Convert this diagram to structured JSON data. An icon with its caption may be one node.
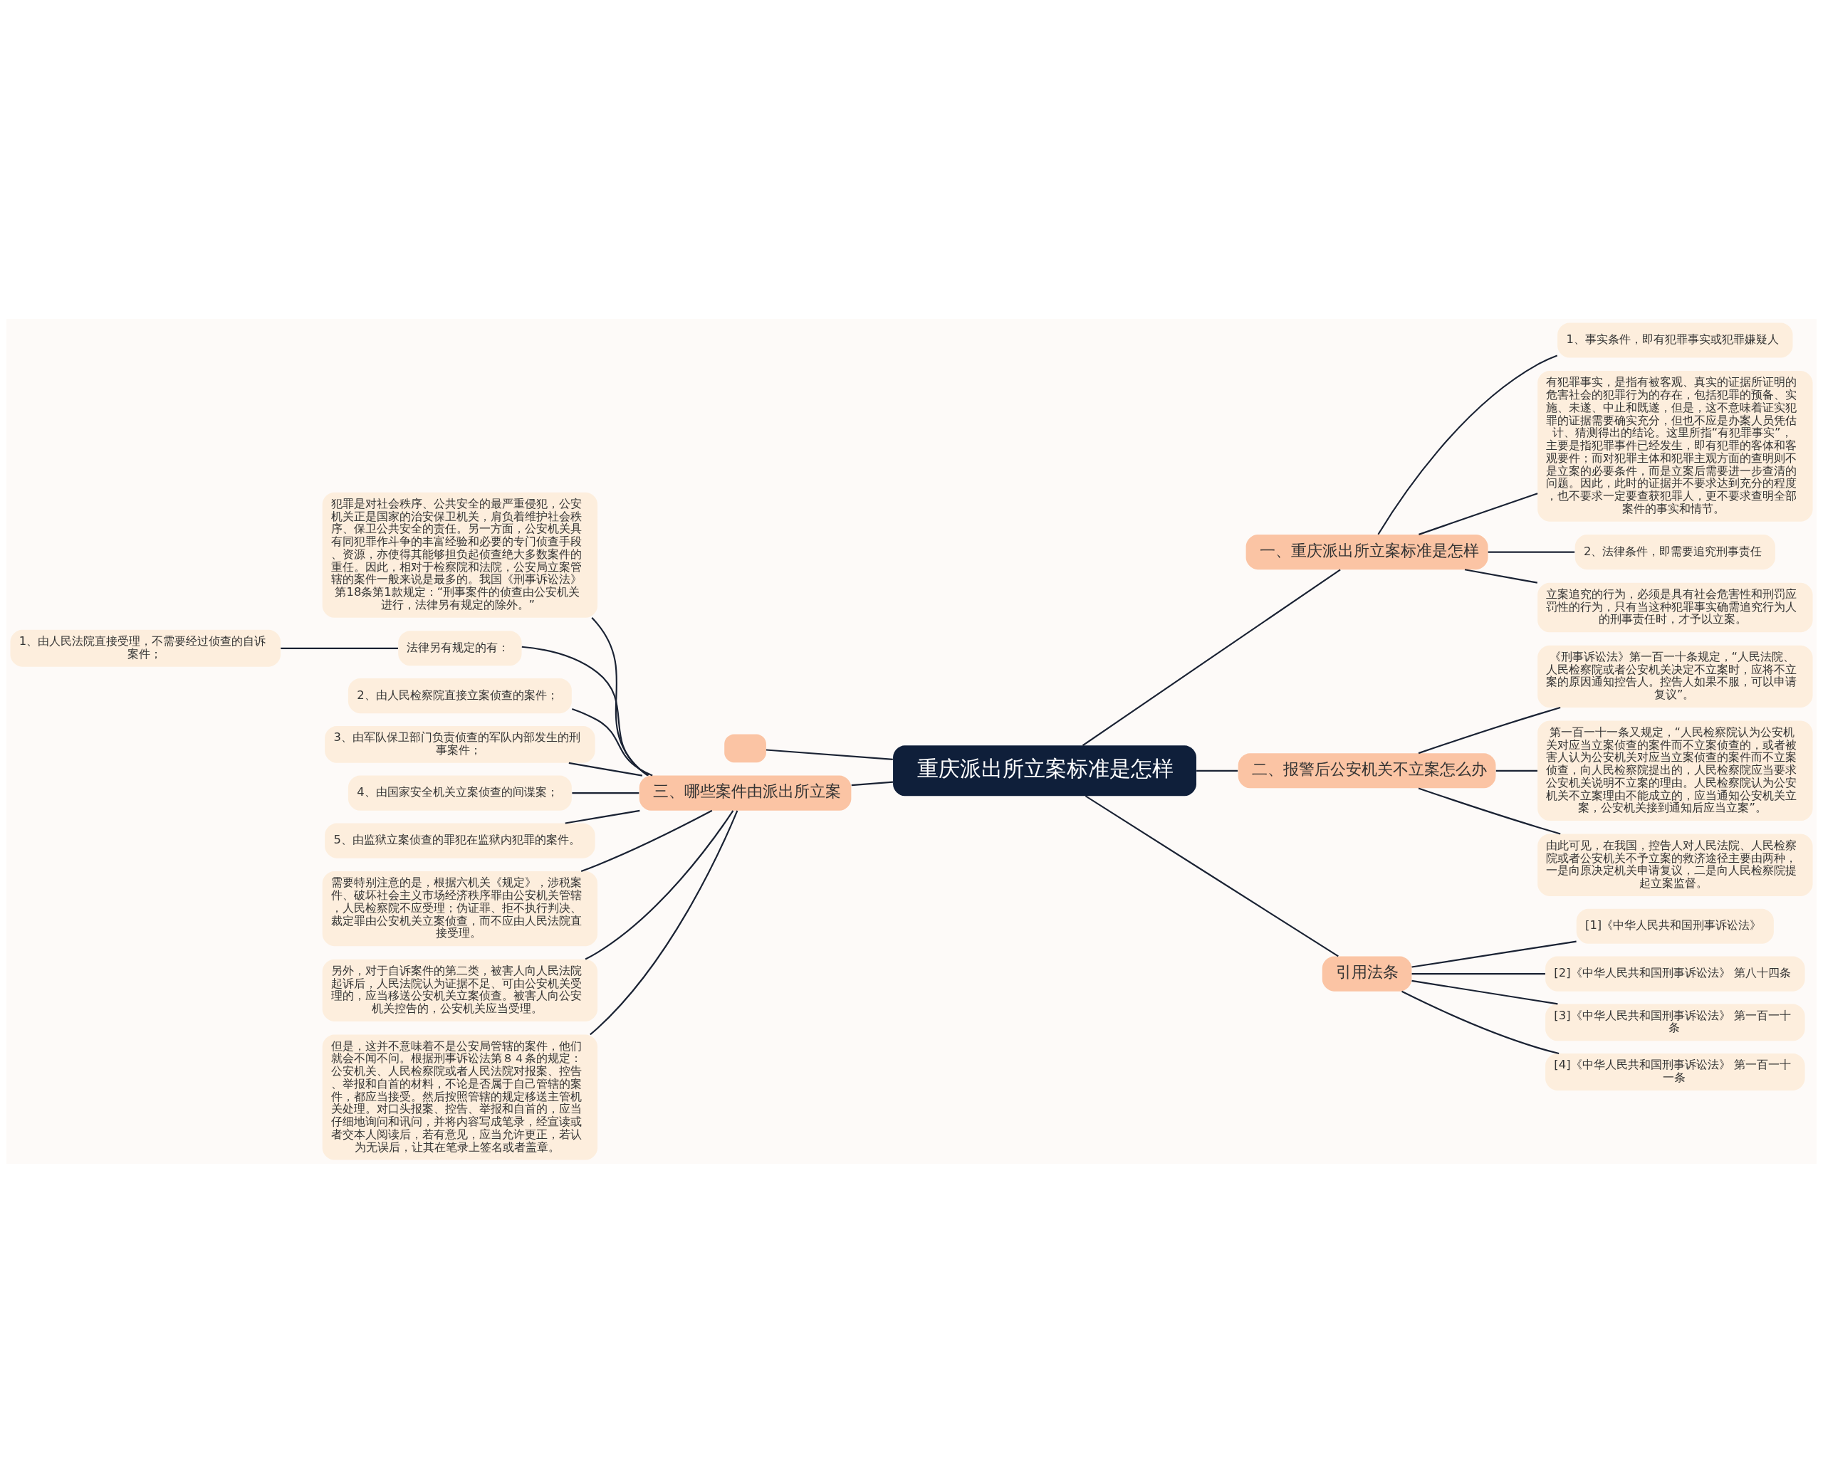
{
  "diagram": {
    "nodes": [
      {
        "text": [
          "重庆派出所立案标准是怎样"
        ]
      },
      {
        "text": [
          "一、重庆派出所立案标准是怎样"
        ]
      },
      {
        "text": [
          "1、事实条件，即有犯罪事实或犯罪嫌疑人"
        ]
      },
      {
        "text": [
          "有犯罪事实，是指有被客观、真实的证据所证明的危害社会的犯罪行为的存在，包括犯罪的预备、实施、未遂、中止和既遂，但是，这不意味着证实犯罪的证据需要确实充分，但也不应是办案人员凭估计、猜测得出的结论。这里所指“有犯罪事实”，主要是指犯罪事件已经发生，即有犯罪的客体和客观要件；而对犯罪主体和犯罪主观方面的查明则不是立案的必要条件，而是立案后需要进一步查清的问题。因此，此时的证据并不要求达到充分的程度，也不要求一定要查获犯罪人，更不要求查明全部案件的事实和情节。"
        ]
      },
      {
        "text": [
          "2、法律条件，即需要追究刑事责任"
        ]
      },
      {
        "text": [
          "立案追究的行为，必须是具有社会危害性和刑罚应罚性的行为，只有当这种犯罪事实确需追究行为人的刑事责任时，才予以立案。"
        ]
      },
      {
        "text": [],
        "shape": "box"
      },
      {
        "text": [
          "二、报警后公安机关不立案怎么办"
        ]
      },
      {
        "text": [
          "《刑事诉讼法》第一百一十条规定，“人民法院、人民检察院或者公安机关决定不立案时，应将不立案的原因通知控告人。控告人如果不服，可以申请复议”。"
        ]
      },
      {
        "text": [
          "第一百一十一条又规定，“人民检察院认为公安机关对应当立案侦查的案件而不立案侦查的，或者被害人认为公安机关对应当立案侦查的案件而不立案侦查，向人民检察院提出的，人民检察院应当要求公安机关说明不立案的理由。人民检察院认为公安机关不立案理由不能成立的，应当通知公安机关立案，公安机关接到通知后应当立案”。"
        ]
      },
      {
        "text": [
          "由此可见，在我国，控告人对人民法院、人民检察院或者公安机关不予立案的救济途径主要由两种，一是向原决定机关申请复议，二是向人民检察院提起立案监督。"
        ]
      },
      {
        "text": [
          "三、哪些案件由派出所立案"
        ]
      },
      {
        "text": [
          "犯罪是对社会秩序、公共安全的最严重侵犯，公安机关正是国家的治安保卫机关，肩负着维护社会秩序、保卫公共安全的责任。另一方面，公安机关具有同犯罪作斗争的丰富经验和必要的专门侦查手段、资源，亦使得其能够担负起侦查绝大多数案件的重任。因此，相对于检察院和法院，公安局立案管辖的案件一般来说是最多的。我国《刑事诉讼法》第18条第1款规定：“刑事案件的侦查由公安机关进行，法律另有规定的除外。”"
        ]
      },
      {
        "text": [
          "法律另有规定的有："
        ]
      },
      {
        "text": [
          "1、由人民法院直接受理，不需要经过侦查的自诉案件；"
        ]
      },
      {
        "text": [
          "2、由人民检察院直接立案侦查的案件；"
        ]
      },
      {
        "text": [
          "3、由军队保卫部门负责侦查的军队内部发生的刑事案件；"
        ]
      },
      {
        "text": [
          "4、由国家安全机关立案侦查的间谍案；"
        ]
      },
      {
        "text": [
          "5、由监狱立案侦查的罪犯在监狱内犯罪的案件。"
        ]
      },
      {
        "text": [
          "需要特别注意的是，根据六机关《规定》，涉税案件、破坏社会主义市场经济秩序罪由公安机关管辖，人民检察院不应受理；伪证罪、拒不执行判决、裁定罪由公安机关立案侦查，而不应由人民法院直接受理。"
        ]
      },
      {
        "text": [
          "另外，对于自诉案件的第二类，被害人向人民法院起诉后，人民法院认为证据不足、可由公安机关受理的，应当移送公安机关立案侦查。被害人向公安机关控告的，公安机关应当受理。"
        ]
      },
      {
        "text": [
          "但是，这并不意味着不是公安局管辖的案件，他们就会不闻不问。根据刑事诉讼法第８４条的规定：公安机关、人民检察院或者人民法院对报案、控告、举报和自首的材料，不论是否属于自己管辖的案件，都应当接受。然后按照管辖的规定移送主管机关处理。对口头报案、控告、举报和自首的，应当仔细地询问和讯问，并将内容写成笔录，经宣读或者交本人阅读后，若有意见，应当允许更正，若认为无误后，让其在笔录上签名或者盖章。"
        ]
      },
      {
        "text": [
          "引用法条"
        ]
      },
      {
        "text": [
          "[1]《中华人民共和国刑事诉讼法》"
        ]
      },
      {
        "text": [
          "[2]《中华人民共和国刑事诉讼法》 第八十四条"
        ]
      },
      {
        "text": [
          "[3]《中华人民共和国刑事诉讼法》 第一百一十条"
        ]
      },
      {
        "text": [
          "[4]《中华人民共和国刑事诉讼法》 第一百一十一条"
        ]
      }
    ],
    "edges": [
      {
        "from": 0,
        "to": 1,
        "arrow": "none"
      },
      {
        "from": 1,
        "to": 2,
        "arrow": "none"
      },
      {
        "from": 1,
        "to": 3,
        "arrow": "none"
      },
      {
        "from": 1,
        "to": 4,
        "arrow": "none"
      },
      {
        "from": 1,
        "to": 5,
        "arrow": "none"
      },
      {
        "from": 0,
        "to": 6,
        "arrow": "none"
      },
      {
        "from": 0,
        "to": 7,
        "arrow": "none"
      },
      {
        "from": 7,
        "to": 8,
        "arrow": "none"
      },
      {
        "from": 7,
        "to": 9,
        "arrow": "none"
      },
      {
        "from": 7,
        "to": 10,
        "arrow": "none"
      },
      {
        "from": 0,
        "to": 11,
        "arrow": "none"
      },
      {
        "from": 11,
        "to": 12,
        "arrow": "none"
      },
      {
        "from": 11,
        "to": 13,
        "arrow": "none"
      },
      {
        "from": 13,
        "to": 14,
        "arrow": "none"
      },
      {
        "from": 11,
        "to": 15,
        "arrow": "none"
      },
      {
        "from": 11,
        "to": 16,
        "arrow": "none"
      },
      {
        "from": 11,
        "to": 17,
        "arrow": "none"
      },
      {
        "from": 11,
        "to": 18,
        "arrow": "none"
      },
      {
        "from": 11,
        "to": 19,
        "arrow": "none"
      },
      {
        "from": 11,
        "to": 20,
        "arrow": "none"
      },
      {
        "from": 11,
        "to": 21,
        "arrow": "none"
      },
      {
        "from": 0,
        "to": 22,
        "arrow": "none"
      },
      {
        "from": 22,
        "to": 23,
        "arrow": "none"
      },
      {
        "from": 22,
        "to": 24,
        "arrow": "none"
      },
      {
        "from": 22,
        "to": 25,
        "arrow": "none"
      },
      {
        "from": 22,
        "to": 26,
        "arrow": "none"
      }
    ]
  }
}
